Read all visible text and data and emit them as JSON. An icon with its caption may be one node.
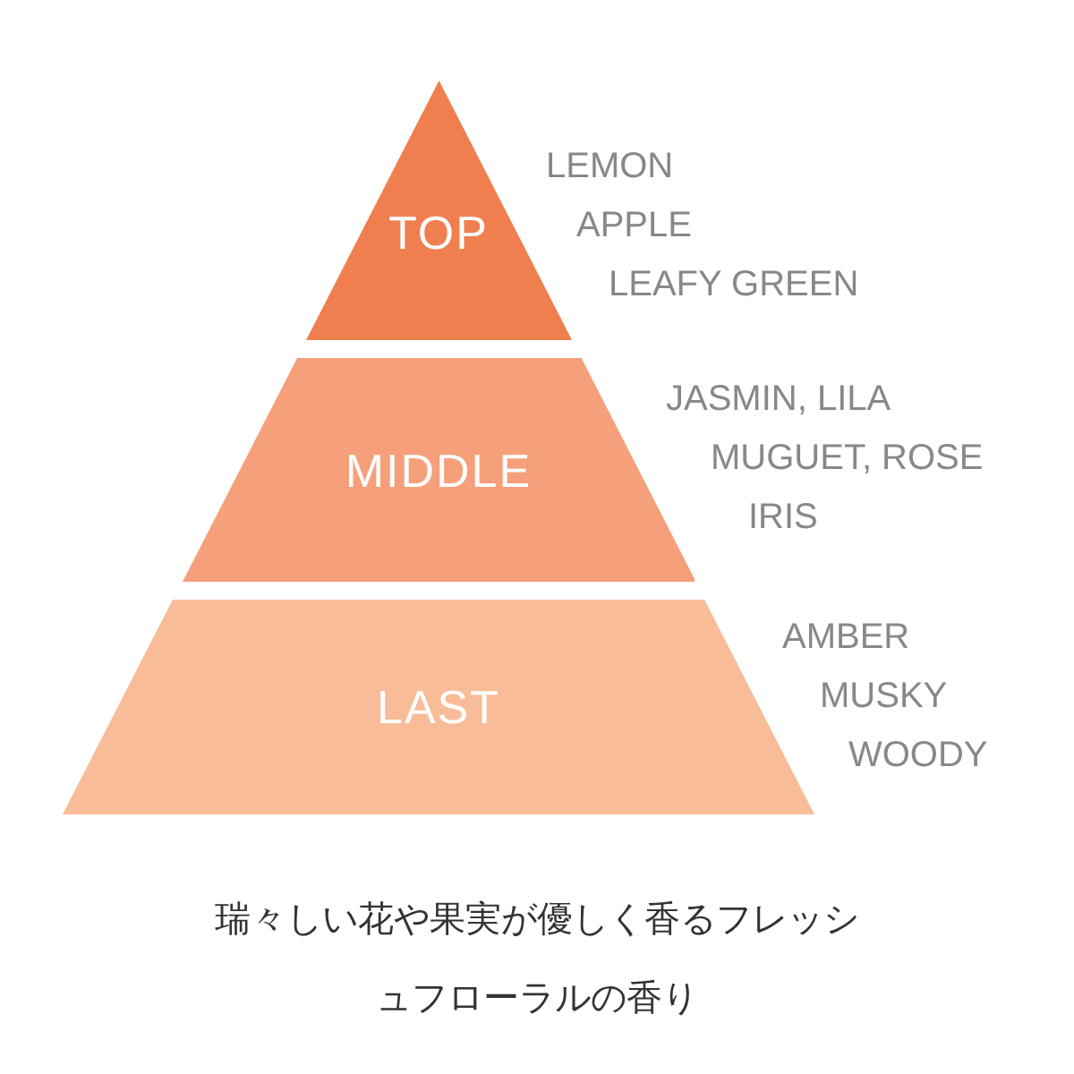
{
  "diagram": {
    "caption": "瑞々しい花や果実が優しく香るフレッシュフローラルの香り",
    "nodes": [
      {
        "text": [
          "TOP"
        ],
        "beside": [
          "LEMON",
          "APPLE",
          "LEAFY GREEN"
        ]
      },
      {
        "text": [
          "MIDDLE"
        ],
        "beside": [
          "JASMIN, LILA",
          "MUGUET, ROSE",
          "IRIS"
        ]
      },
      {
        "text": [
          "LAST"
        ],
        "beside": [
          "AMBER",
          "MUSKY",
          "WOODY"
        ]
      }
    ]
  }
}
